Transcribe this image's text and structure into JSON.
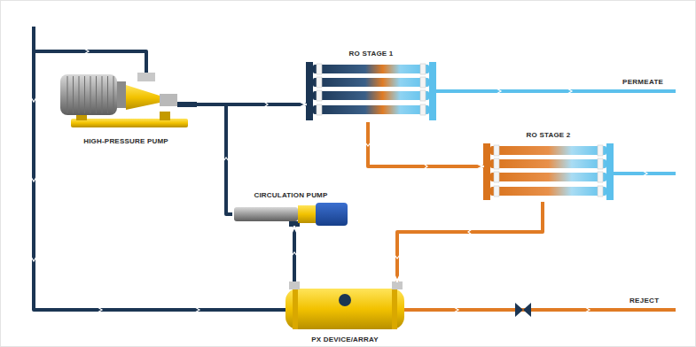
{
  "diagram": {
    "nodes": [
      {
        "text": [
          "HIGH-PRESSURE PUMP"
        ]
      },
      {
        "text": [
          "RO STAGE 1"
        ]
      },
      {
        "text": [
          "RO STAGE 2"
        ]
      },
      {
        "text": [
          "CIRCULATION PUMP"
        ]
      },
      {
        "text": [
          "PX DEVICE/ARRAY"
        ]
      }
    ],
    "edges": [
      {
        "from": 0,
        "to": 1,
        "arrow": "to"
      },
      {
        "from": 1,
        "to": 2,
        "arrow": "to"
      },
      {
        "from": 2,
        "to": 4,
        "arrow": "to"
      },
      {
        "from": 4,
        "to": 3,
        "arrow": "to"
      },
      {
        "from": 3,
        "to": 1,
        "arrow": "to"
      }
    ],
    "labels": [
      "PERMEATE",
      "REJECT"
    ]
  }
}
